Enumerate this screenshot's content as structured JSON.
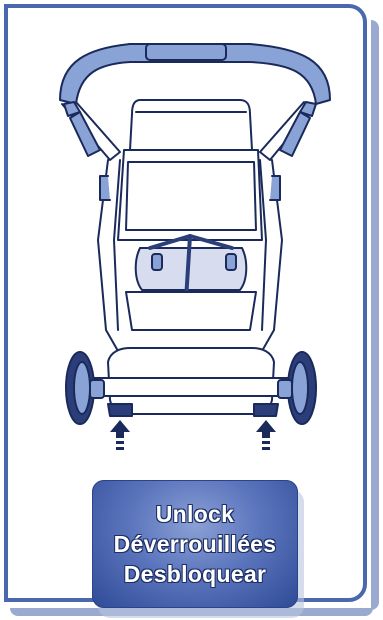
{
  "badge": {
    "line1": "Unlock",
    "line2": "Déverrouillées",
    "line3": "Desbloquear"
  },
  "colors": {
    "frame": "#4a68ad",
    "handle": "#8aa3d6",
    "badge": "#5b75bd",
    "stroke": "#1a2a5a"
  },
  "icons": {
    "arrows": "up-arrow-icon"
  }
}
